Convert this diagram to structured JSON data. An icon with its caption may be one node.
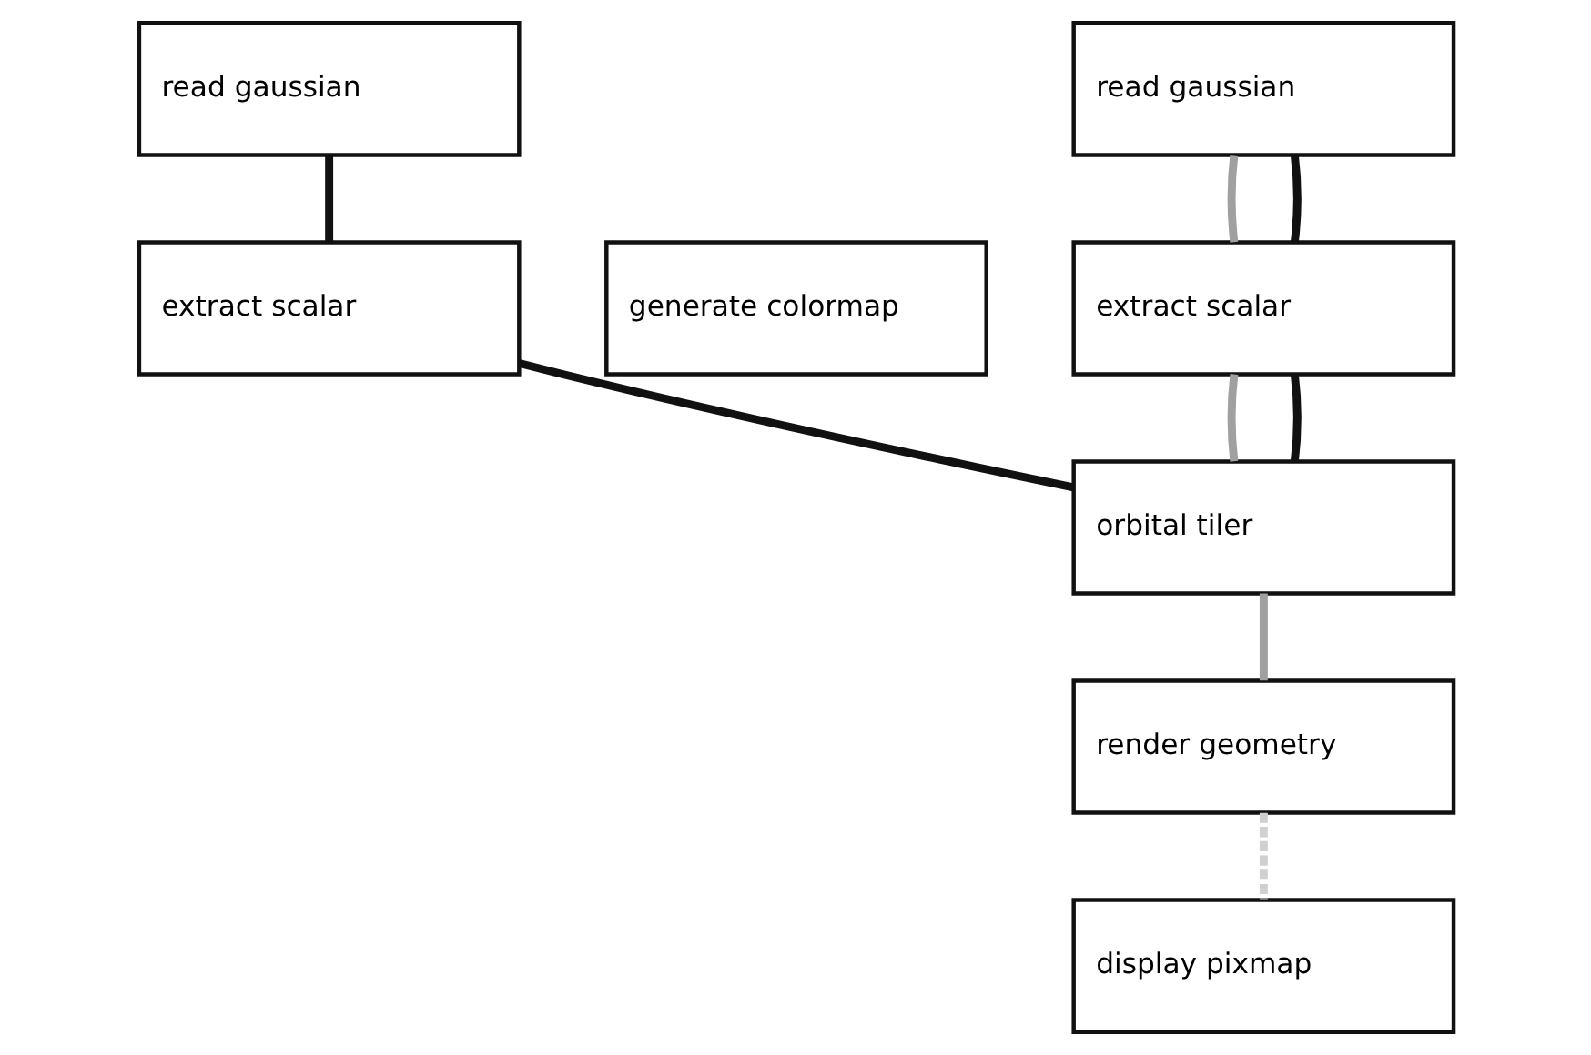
{
  "diagram": {
    "nodes": [
      {
        "text": [
          "read gaussian"
        ]
      },
      {
        "text": [
          "read gaussian"
        ]
      },
      {
        "text": [
          "extract scalar"
        ]
      },
      {
        "text": [
          "extract scalar"
        ]
      },
      {
        "text": [
          "generate colormap"
        ]
      },
      {
        "text": [
          "orbital tiler"
        ]
      },
      {
        "text": [
          "render geometry"
        ]
      },
      {
        "text": [
          "display pixmap"
        ]
      }
    ],
    "edges": [
      {
        "from": 0,
        "to": 2,
        "arrow": "none"
      },
      {
        "from": 1,
        "to": 3,
        "arrow": "none",
        "color": "#a0a0a0"
      },
      {
        "from": 1,
        "to": 3,
        "arrow": "none"
      },
      {
        "from": 2,
        "to": 5,
        "arrow": "none"
      },
      {
        "from": 3,
        "to": 5,
        "arrow": "none",
        "color": "#a0a0a0"
      },
      {
        "from": 3,
        "to": 5,
        "arrow": "none"
      },
      {
        "from": 5,
        "to": 6,
        "arrow": "none",
        "color": "#a0a0a0"
      },
      {
        "from": 6,
        "to": 7,
        "arrow": "none",
        "style": "dashed",
        "color": "#d0d0d0"
      }
    ]
  }
}
